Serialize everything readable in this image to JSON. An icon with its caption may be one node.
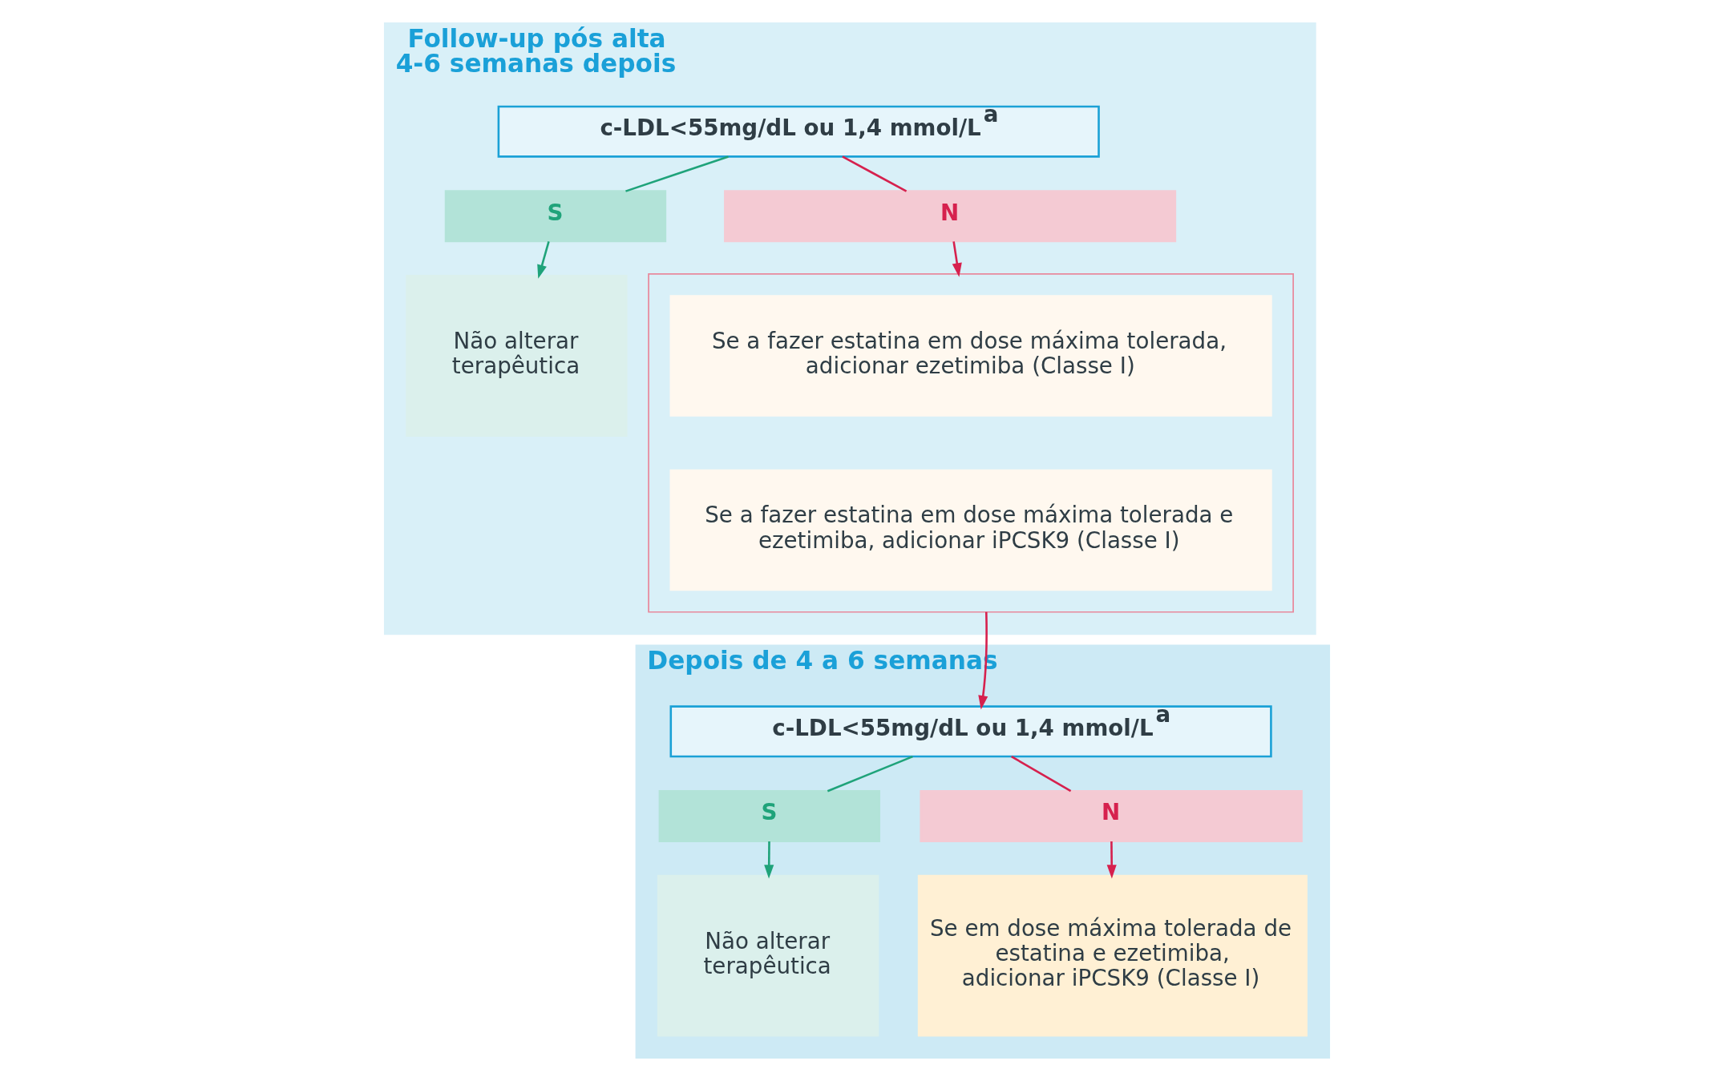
{
  "diagram": {
    "nodes": [
      {
        "text": [
          "Follow-up pós alta 4-6 semanas depois"
        ]
      },
      {
        "text": [
          "c-LDL<55mg/dL ou 1,4 mmol/L$^{a}$"
        ],
        "in": 0
      },
      {
        "text": [
          "S"
        ],
        "in": 0
      },
      {
        "text": [
          "N"
        ],
        "in": 0
      },
      {
        "text": [
          "Não alterar terapêutica"
        ],
        "in": 0
      },
      {
        "text": [],
        "shape": "box",
        "in": 0
      },
      {
        "text": [
          "Se a fazer estatina em dose máxima tolerada, adicionar ezetimiba (Classe I)"
        ],
        "in": 5
      },
      {
        "text": [
          "Se a fazer estatina em dose máxima tolerada e ezetimiba, adicionar iPCSK9 (Classe I)"
        ],
        "in": 5
      },
      {
        "text": [
          "Depois de 4 a 6 semanas"
        ]
      },
      {
        "text": [
          "c-LDL<55mg/dL ou 1,4 mmol/L$^{a}$"
        ],
        "in": 8
      },
      {
        "text": [
          "S"
        ],
        "in": 8
      },
      {
        "text": [
          "N"
        ],
        "in": 8
      },
      {
        "text": [
          "Não alterar terapêutica"
        ],
        "in": 8
      },
      {
        "text": [
          "Se em dose máxima tolerada de estatina e ezetimiba, adicionar iPCSK9 (Classe I)"
        ],
        "in": 8
      }
    ],
    "edges": [
      {
        "from": 1,
        "to": 2,
        "arrow": "none",
        "color": "#1fa37a"
      },
      {
        "from": 1,
        "to": 3,
        "arrow": "none",
        "color": "#d6214e"
      },
      {
        "from": 2,
        "to": 4,
        "arrow": "to",
        "color": "#1fa37a"
      },
      {
        "from": 3,
        "to": 5,
        "arrow": "to",
        "color": "#d6214e"
      },
      {
        "from": 5,
        "to": 9,
        "arrow": "to",
        "color": "#d6214e"
      },
      {
        "from": 9,
        "to": 10,
        "arrow": "none",
        "color": "#1fa37a"
      },
      {
        "from": 9,
        "to": 11,
        "arrow": "none",
        "color": "#d6214e"
      },
      {
        "from": 10,
        "to": 12,
        "arrow": "to",
        "color": "#1fa37a"
      },
      {
        "from": 11,
        "to": 13,
        "arrow": "to",
        "color": "#d6214e"
      }
    ]
  }
}
